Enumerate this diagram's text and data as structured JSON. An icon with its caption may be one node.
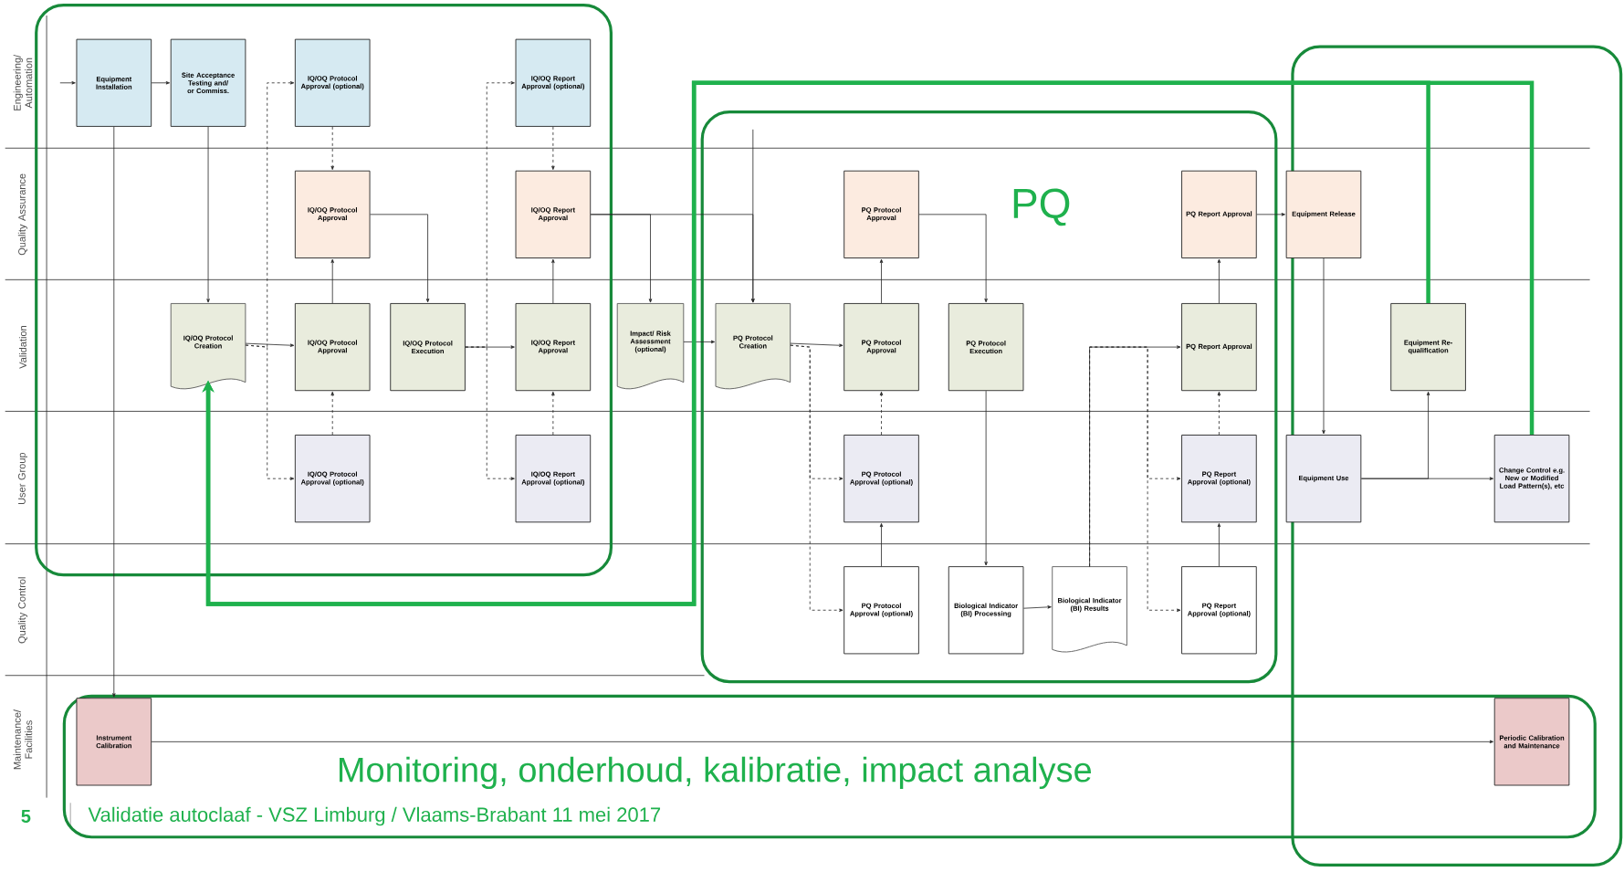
{
  "diagram": {
    "nodes": [
      {
        "text": [],
        "shape": "box"
      },
      {
        "text": [
          "PQ"
        ]
      },
      {
        "text": [],
        "shape": "box"
      },
      {
        "text": [
          "Monitoring, onderhoud, kalibratie, impact analyse"
        ]
      },
      {
        "text": [
          "Equipment Installation"
        ],
        "in": 0
      },
      {
        "text": [
          "Site Acceptance Testing and/ or Commiss."
        ],
        "in": 0
      },
      {
        "text": [
          "IQ/OQ Protocol Approval (optional)"
        ],
        "in": 0
      },
      {
        "text": [
          "IQ/OQ Report Approval (optional)"
        ],
        "in": 0
      },
      {
        "text": [
          "IQ/OQ Protocol Approval"
        ],
        "in": 0
      },
      {
        "text": [
          "IQ/OQ Report Approval"
        ],
        "in": 0
      },
      {
        "text": [
          "PQ Protocol Approval"
        ],
        "in": 1
      },
      {
        "text": [
          "PQ Report Approval"
        ],
        "in": 1
      },
      {
        "text": [
          "Equipment Release"
        ],
        "in": 2
      },
      {
        "text": [
          "IQ/OQ Protocol Creation"
        ],
        "in": 0
      },
      {
        "text": [
          "IQ/OQ Protocol Approval"
        ],
        "in": 0
      },
      {
        "text": [
          "IQ/OQ Protocol Execution"
        ],
        "in": 0
      },
      {
        "text": [
          "IQ/OQ Report Approval"
        ],
        "in": 0
      },
      {
        "text": [
          "Impact/ Risk Assessment (optional)"
        ]
      },
      {
        "text": [
          "PQ Protocol Creation"
        ],
        "in": 1
      },
      {
        "text": [
          "PQ Protocol Approval"
        ],
        "in": 1
      },
      {
        "text": [
          "PQ Protocol Execution"
        ],
        "in": 1
      },
      {
        "text": [
          "PQ Report Approval"
        ],
        "in": 1
      },
      {
        "text": [
          "Equipment Re-qualification"
        ],
        "in": 2
      },
      {
        "text": [
          "IQ/OQ Protocol Approval (optional)"
        ],
        "in": 0
      },
      {
        "text": [
          "IQ/OQ Report Approval (optional)"
        ],
        "in": 0
      },
      {
        "text": [
          "PQ Protocol Approval (optional)"
        ],
        "in": 1
      },
      {
        "text": [
          "PQ Report Approval (optional)"
        ],
        "in": 1
      },
      {
        "text": [
          "Equipment Use"
        ],
        "in": 2
      },
      {
        "text": [
          "Change Control e.g. New or Modified Load Pattern(s), etc"
        ],
        "in": 2
      },
      {
        "text": [
          "PQ Protocol Approval (optional)"
        ],
        "in": 1
      },
      {
        "text": [
          "Biological Indicator (BI) Processing"
        ],
        "in": 1
      },
      {
        "text": [
          "Biological Indicator (BI) Results"
        ],
        "in": 1
      },
      {
        "text": [
          "PQ Report Approval (optional)"
        ],
        "in": 1
      },
      {
        "text": [
          "Instrument Calibration"
        ],
        "in": 3
      },
      {
        "text": [
          "Periodic Calibration and Maintenance"
        ]
      }
    ],
    "edges": [
      {
        "from": null,
        "to": 4,
        "arrow": "to"
      },
      {
        "from": 4,
        "to": 5,
        "arrow": "to"
      },
      {
        "from": 4,
        "to": 33,
        "arrow": "to"
      },
      {
        "from": 5,
        "to": 13,
        "arrow": "to"
      },
      {
        "from": 13,
        "to": 14,
        "arrow": "to"
      },
      {
        "from": 13,
        "to": 6,
        "arrow": "to",
        "style": "dashed"
      },
      {
        "from": 13,
        "to": 23,
        "arrow": "to",
        "style": "dashed"
      },
      {
        "from": 6,
        "to": 8,
        "arrow": "to",
        "style": "dashed"
      },
      {
        "from": 14,
        "to": 8,
        "arrow": "to"
      },
      {
        "from": 23,
        "to": 14,
        "arrow": "to",
        "style": "dashed"
      },
      {
        "from": 8,
        "to": 15,
        "arrow": "to"
      },
      {
        "from": 15,
        "to": 16,
        "arrow": "to"
      },
      {
        "from": 15,
        "to": 7,
        "arrow": "to",
        "style": "dashed"
      },
      {
        "from": 15,
        "to": 24,
        "arrow": "to",
        "style": "dashed"
      },
      {
        "from": 7,
        "to": 9,
        "arrow": "to",
        "style": "dashed"
      },
      {
        "from": 16,
        "to": 9,
        "arrow": "to"
      },
      {
        "from": 24,
        "to": 16,
        "arrow": "to",
        "style": "dashed"
      },
      {
        "from": 9,
        "to": 17,
        "arrow": "to"
      },
      {
        "from": 9,
        "to": 18,
        "arrow": "to"
      },
      {
        "from": null,
        "to": 18,
        "arrow": "to"
      },
      {
        "from": 17,
        "to": 18,
        "arrow": "to"
      },
      {
        "from": 18,
        "to": 19,
        "arrow": "to"
      },
      {
        "from": 18,
        "to": 25,
        "arrow": "to",
        "style": "dashed"
      },
      {
        "from": 18,
        "to": 29,
        "arrow": "to",
        "style": "dashed"
      },
      {
        "from": 19,
        "to": 10,
        "arrow": "to"
      },
      {
        "from": 10,
        "to": 20,
        "arrow": "to"
      },
      {
        "from": 25,
        "to": 19,
        "arrow": "to",
        "style": "dashed"
      },
      {
        "from": 29,
        "to": 25,
        "arrow": "to"
      },
      {
        "from": 20,
        "to": 30,
        "arrow": "to"
      },
      {
        "from": 30,
        "to": 31,
        "arrow": "to"
      },
      {
        "from": 31,
        "to": 21,
        "arrow": "to"
      },
      {
        "from": 31,
        "to": 26,
        "arrow": "to",
        "style": "dashed"
      },
      {
        "from": 31,
        "to": 32,
        "arrow": "to",
        "style": "dashed"
      },
      {
        "from": 21,
        "to": 11,
        "arrow": "to"
      },
      {
        "from": 26,
        "to": 21,
        "arrow": "to",
        "style": "dashed"
      },
      {
        "from": 32,
        "to": 26,
        "arrow": "to"
      },
      {
        "from": 11,
        "to": 12,
        "arrow": "to"
      },
      {
        "from": 12,
        "to": 27,
        "arrow": "to"
      },
      {
        "from": 27,
        "to": 28,
        "arrow": "to"
      },
      {
        "from": 27,
        "to": 22,
        "arrow": "to"
      },
      {
        "from": 22,
        "to": 13,
        "arrow": "to",
        "style": "thick",
        "color": "#1fb14d"
      },
      {
        "from": 28,
        "to": 13,
        "arrow": "to",
        "style": "thick",
        "color": "#1fb14d"
      },
      {
        "from": 33,
        "to": 34,
        "arrow": "to"
      }
    ],
    "labels": [
      "Engineering/ Automation",
      "Quality Assurance",
      "Validation",
      "User Group",
      "Quality Control",
      "Maintenance/ Facilities",
      "5",
      "Validatie autoclaaf - VSZ Limburg / Vlaams-Brabant 11 mei 2017"
    ]
  }
}
